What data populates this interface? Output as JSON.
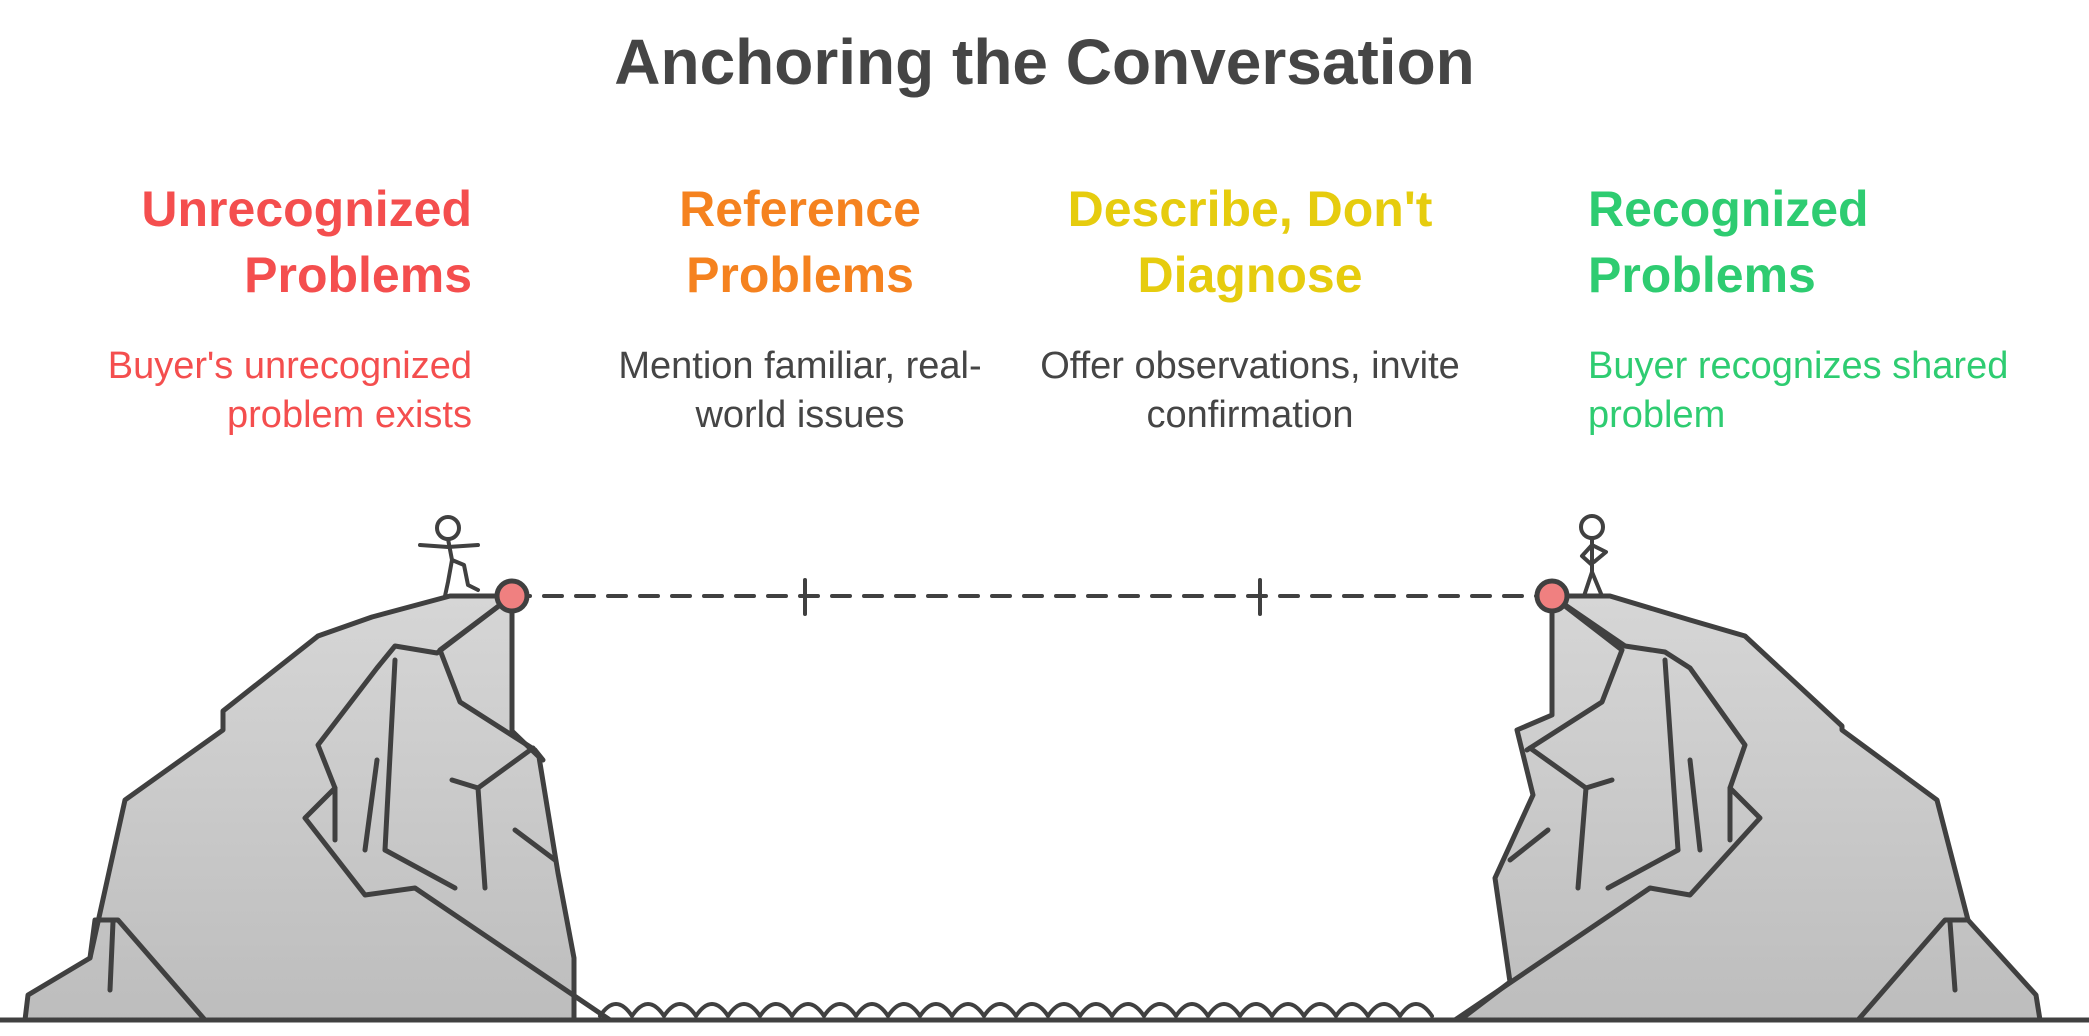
{
  "title": "Anchoring the Conversation",
  "colors": {
    "text_dark": "#454545",
    "red": "#f44e4e",
    "orange": "#f5821f",
    "yellow": "#e6cc0e",
    "green": "#2ecc71",
    "rock_fill": "#c8c8c8",
    "outline": "#404040",
    "anchor_dot": "#f08080"
  },
  "stages": [
    {
      "heading": "Unrecognized Problems",
      "description": "Buyer's unrecognized problem exists"
    },
    {
      "heading": "Reference Problems",
      "description": "Mention familiar, real-world issues"
    },
    {
      "heading": "Describe, Don't Diagnose",
      "description": "Offer observations, invite confirmation"
    },
    {
      "heading": "Recognized Problems",
      "description": "Buyer recognizes shared problem"
    }
  ],
  "icons": {
    "left_figure": "stick-figure-stepping-icon",
    "right_figure": "stick-figure-standing-icon",
    "left_cliff": "cliff-icon",
    "right_cliff": "cliff-icon",
    "water": "water-waves-icon"
  }
}
